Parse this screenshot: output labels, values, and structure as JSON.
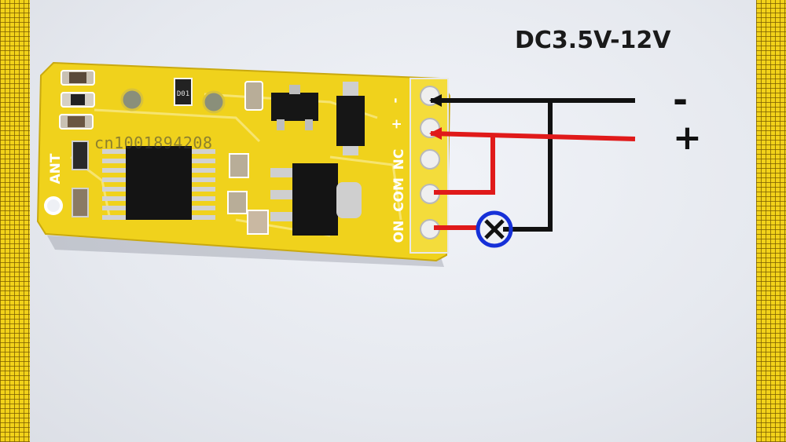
{
  "image": {
    "subject": "Small yellow remote receiver relay module with wiring",
    "voltage_label": "DC3.5V-12V",
    "polarity": {
      "minus": "-",
      "plus": "+"
    },
    "terminal_labels": [
      "-",
      "+",
      "NC",
      "COM",
      "ON"
    ],
    "antenna_label": "ANT",
    "chip_marking": "D01",
    "watermark": "cn1001894208",
    "wire_colors": {
      "negative": "#111111",
      "positive": "#e01a1a",
      "lamp_ring": "#1630d8",
      "board": "#f0d21c"
    }
  }
}
